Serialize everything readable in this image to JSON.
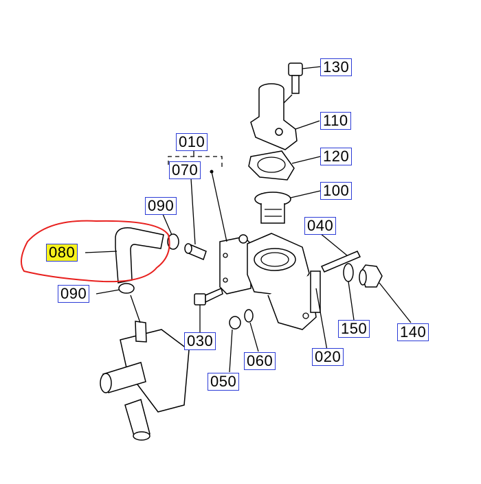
{
  "diagram": {
    "highlight_color": "#f7f21c",
    "label_border_color": "#2b3bd6",
    "circle_color": "#e8201e",
    "labels": {
      "p010": "010",
      "p020": "020",
      "p030": "030",
      "p040": "040",
      "p050": "050",
      "p060": "060",
      "p070": "070",
      "p080": "080",
      "p090a": "090",
      "p090b": "090",
      "p100": "100",
      "p110": "110",
      "p120": "120",
      "p130": "130",
      "p140": "140",
      "p150": "150"
    },
    "highlighted_part": "080"
  }
}
